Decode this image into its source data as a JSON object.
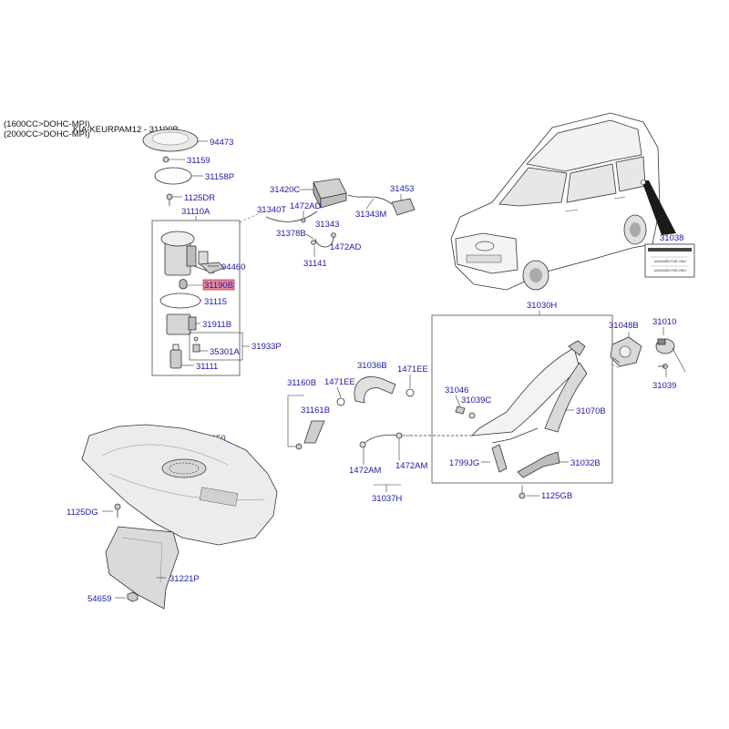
{
  "header": {
    "engine_line_1": "(1600CC>DOHC-MPI)",
    "engine_line_2": "(2000CC>DOHC-MPI)",
    "reference": "KIA-KEURPAM12 - 31190B"
  },
  "labels": {
    "p94473": "94473",
    "p31159": "31159",
    "p31158P": "31158P",
    "p1125DR": "1125DR",
    "p31110A": "31110A",
    "p94460": "94460",
    "p31190B": "31190B",
    "p31115": "31115",
    "p31911B": "31911B",
    "p31933P": "31933P",
    "p35301A": "35301A",
    "p31111": "31111",
    "p31420C": "31420C",
    "p31453": "31453",
    "p31340T": "31340T",
    "p1472AD_a": "1472AD",
    "p31343M": "31343M",
    "p31343": "31343",
    "p31378B": "31378B",
    "p1472AD_b": "1472AD",
    "p31141": "31141",
    "p31038": "31038",
    "p31030H": "31030H",
    "p31048B": "31048B",
    "p31010": "31010",
    "p31036B": "31036B",
    "p1471EE_a": "1471EE",
    "p1471EE_b": "1471EE",
    "p31160B": "31160B",
    "p31161B": "31161B",
    "p31046": "31046",
    "p31039C": "31039C",
    "p31070B": "31070B",
    "p31039": "31039",
    "p31150": "31150",
    "p1472AM_a": "1472AM",
    "p1472AM_b": "1472AM",
    "p31037H": "31037H",
    "p1799JG": "1799JG",
    "p31032B": "31032B",
    "p1125GB": "1125GB",
    "p1125DG": "1125DG",
    "p31221P": "31221P",
    "p54659": "54659"
  },
  "label_text": {
    "line1": "UNLEADED FUEL ONLY",
    "line2": "UNLEADED FUEL ONLY"
  },
  "colors": {
    "label": "#1a1aa6",
    "highlight_fill": "#e8889a",
    "highlight_stroke": "#c03050",
    "line": "#333333"
  }
}
